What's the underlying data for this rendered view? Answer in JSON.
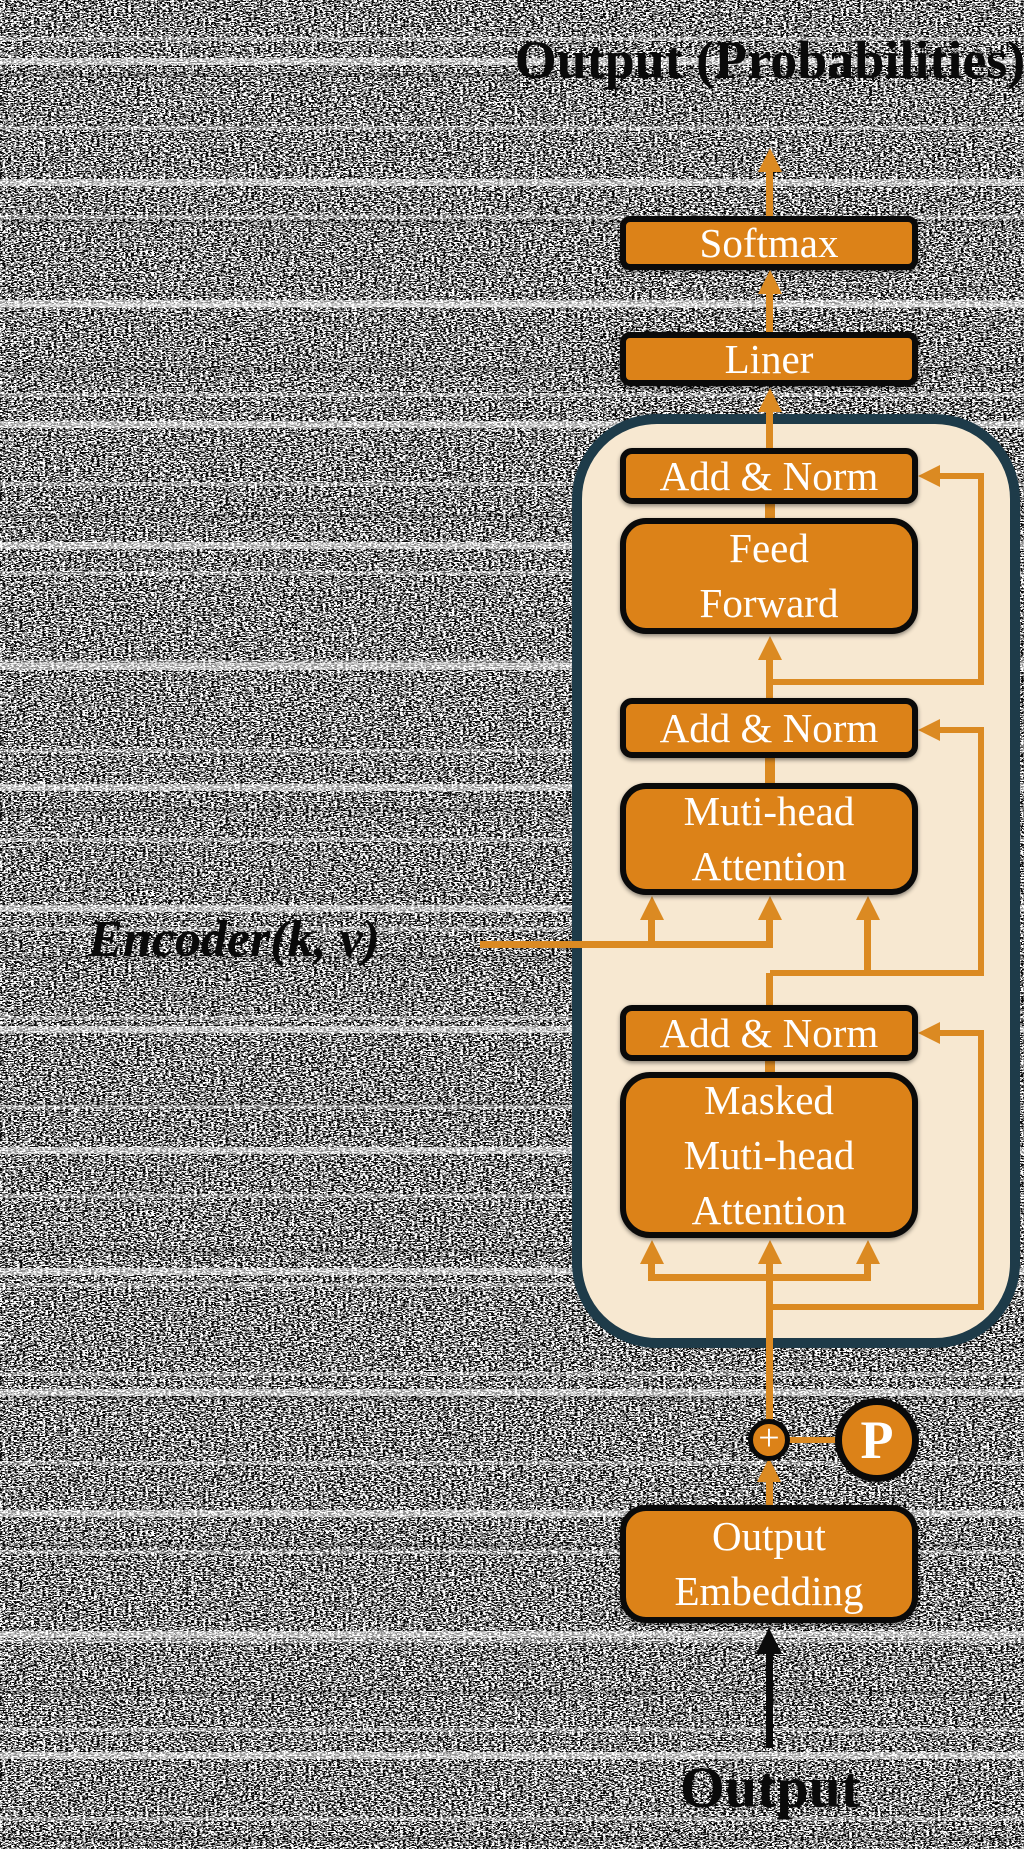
{
  "diagram": {
    "title": {
      "line1": "Output",
      "line2": "(Probabilities)"
    },
    "encoder_label": "Encoder(k, v)",
    "bottom_label": "Output",
    "boxes": {
      "softmax": "Softmax",
      "linear": "Liner",
      "add_norm_1": "Add & Norm",
      "feed_forward": {
        "line1": "Feed",
        "line2": "Forward"
      },
      "add_norm_2": "Add & Norm",
      "multi_head_attention": {
        "line1": "Muti-head",
        "line2": "Attention"
      },
      "add_norm_3": "Add & Norm",
      "masked_multi_head_attention": {
        "line1": "Masked",
        "line2": "Muti-head",
        "line3": "Attention"
      },
      "output_embedding": {
        "line1": "Output",
        "line2": "Embedding"
      }
    },
    "nodes": {
      "plus": "+",
      "positional": "P"
    }
  },
  "theme": {
    "box_orange": "#DC8218",
    "line_orange": "#DB8A22",
    "box_border": "#0a0a0a",
    "container_fill": "#F7E8D1",
    "container_border": "#1E3B49",
    "text_white": "#FFFFFF",
    "text_black": "#0a0a0a"
  }
}
